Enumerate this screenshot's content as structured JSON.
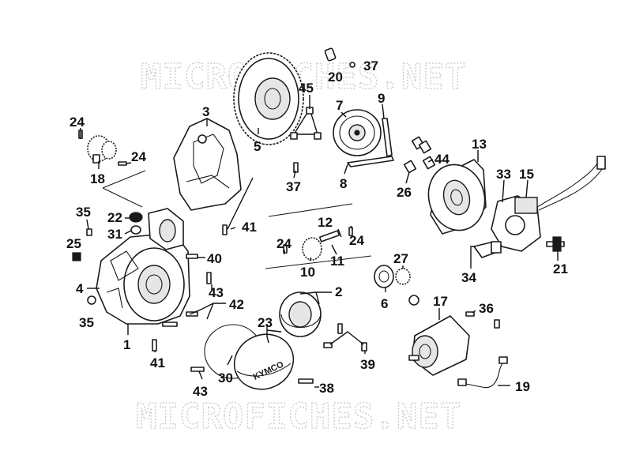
{
  "watermark": {
    "top": "MICROFICHES.NET",
    "bottom": "MICROFICHES.NET"
  },
  "cover_logo": "KYMCO",
  "callouts": {
    "p1": "1",
    "p2": "2",
    "p3": "3",
    "p4": "4",
    "p5": "5",
    "p6": "6",
    "p7": "7",
    "p8": "8",
    "p9": "9",
    "p10": "10",
    "p11": "11",
    "p12": "12",
    "p13": "13",
    "p15": "15",
    "p17": "17",
    "p18": "18",
    "p19": "19",
    "p20": "20",
    "p21": "21",
    "p22": "22",
    "p23": "23",
    "p24a": "24",
    "p24b": "24",
    "p24c": "24",
    "p24d": "24",
    "p25": "25",
    "p26": "26",
    "p27": "27",
    "p30": "30",
    "p31": "31",
    "p33": "33",
    "p34": "34",
    "p35a": "35",
    "p35b": "35",
    "p36": "36",
    "p37a": "37",
    "p37b": "37",
    "p38": "38",
    "p39": "39",
    "p40": "40",
    "p41a": "41",
    "p41b": "41",
    "p42": "42",
    "p43a": "43",
    "p43b": "43",
    "p44": "44",
    "p45": "45"
  }
}
